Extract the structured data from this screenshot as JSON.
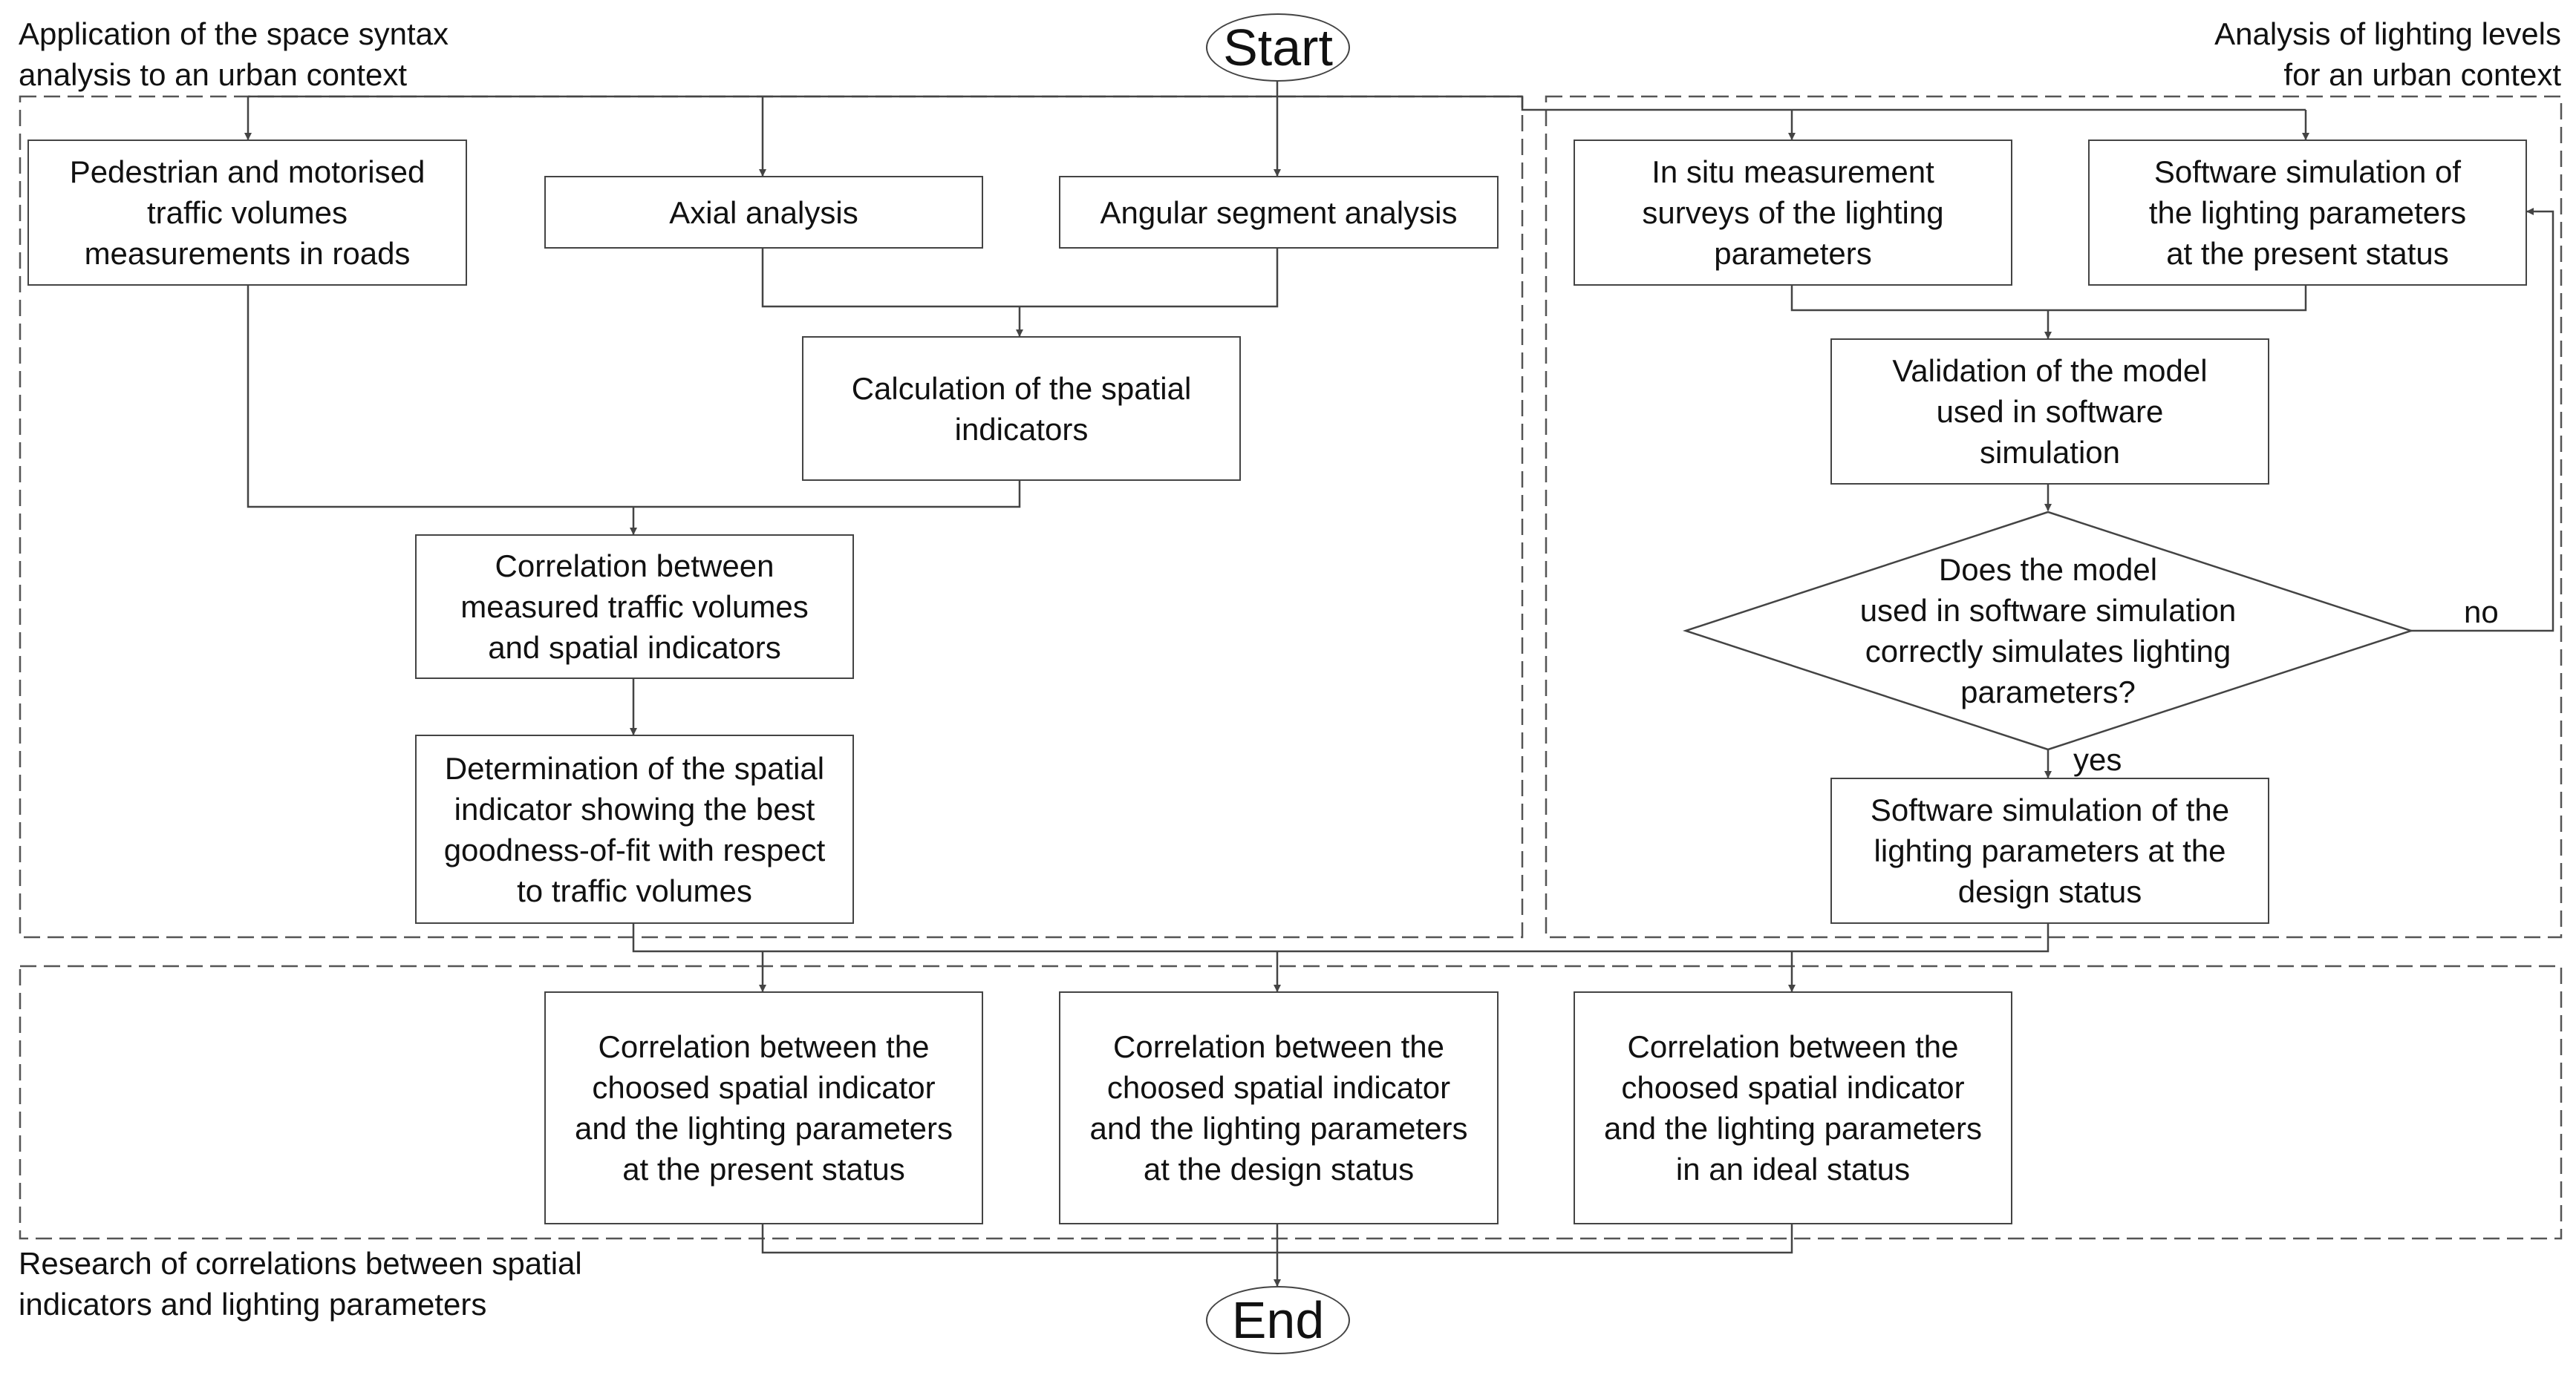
{
  "groups": {
    "space_syntax": "Application of the space syntax\nanalysis to an urban context",
    "lighting": "Analysis of lighting levels\nfor an urban context",
    "correlations": "Research of correlations between spatial\nindicators and lighting parameters"
  },
  "terminals": {
    "start": "Start",
    "end": "End"
  },
  "nodes": {
    "traffic_measurements": "Pedestrian and motorised\ntraffic volumes\nmeasurements in roads",
    "axial": "Axial analysis",
    "angular": "Angular segment analysis",
    "spatial_indicators": "Calculation of the spatial\nindicators",
    "corr_traffic": "Correlation between\nmeasured traffic volumes\nand spatial indicators",
    "best_indicator": "Determination of the spatial\nindicator showing the best\ngoodness-of-fit with respect\nto traffic volumes",
    "in_situ": "In situ measurement\nsurveys of the lighting\nparameters",
    "sim_present": "Software simulation of\nthe lighting parameters\nat the present status",
    "validation": "Validation of the model\nused in software\nsimulation",
    "decision": "Does the model\nused in software simulation\ncorrectly simulates lighting\nparameters?",
    "sim_design": "Software simulation of the\nlighting parameters at the\ndesign status",
    "corr_present": "Correlation between the\nchoosed spatial indicator\nand the lighting parameters\nat the present status",
    "corr_design": "Correlation between the\nchoosed spatial indicator\nand the lighting parameters\nat the design status",
    "corr_ideal": "Correlation between the\nchoosed spatial indicator\nand the lighting parameters\nin an ideal status"
  },
  "edge_labels": {
    "no": "no",
    "yes": "yes"
  },
  "colors": {
    "line": "#444444",
    "text": "#111111",
    "background": "#ffffff"
  }
}
